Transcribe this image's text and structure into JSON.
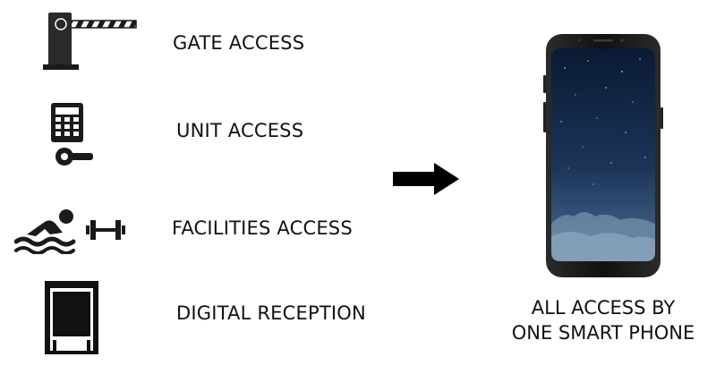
{
  "items": [
    {
      "label": "GATE ACCESS",
      "icon": "gate-barrier-icon"
    },
    {
      "label": "UNIT ACCESS",
      "icon": "keypad-lock-icon"
    },
    {
      "label": "FACILITIES ACCESS",
      "icon": "swimmer-dumbbell-icon"
    },
    {
      "label": "DIGITAL RECEPTION",
      "icon": "kiosk-door-icon"
    }
  ],
  "arrow_icon": "arrow-right-icon",
  "phone_icon": "smartphone-icon",
  "caption": {
    "line1": "ALL ACCESS BY",
    "line2": "ONE SMART PHONE"
  },
  "colors": {
    "icon": "#1a1a1a",
    "text": "#111111",
    "screen_top": "#0d1f3b",
    "screen_bottom": "#3a5a7e"
  }
}
